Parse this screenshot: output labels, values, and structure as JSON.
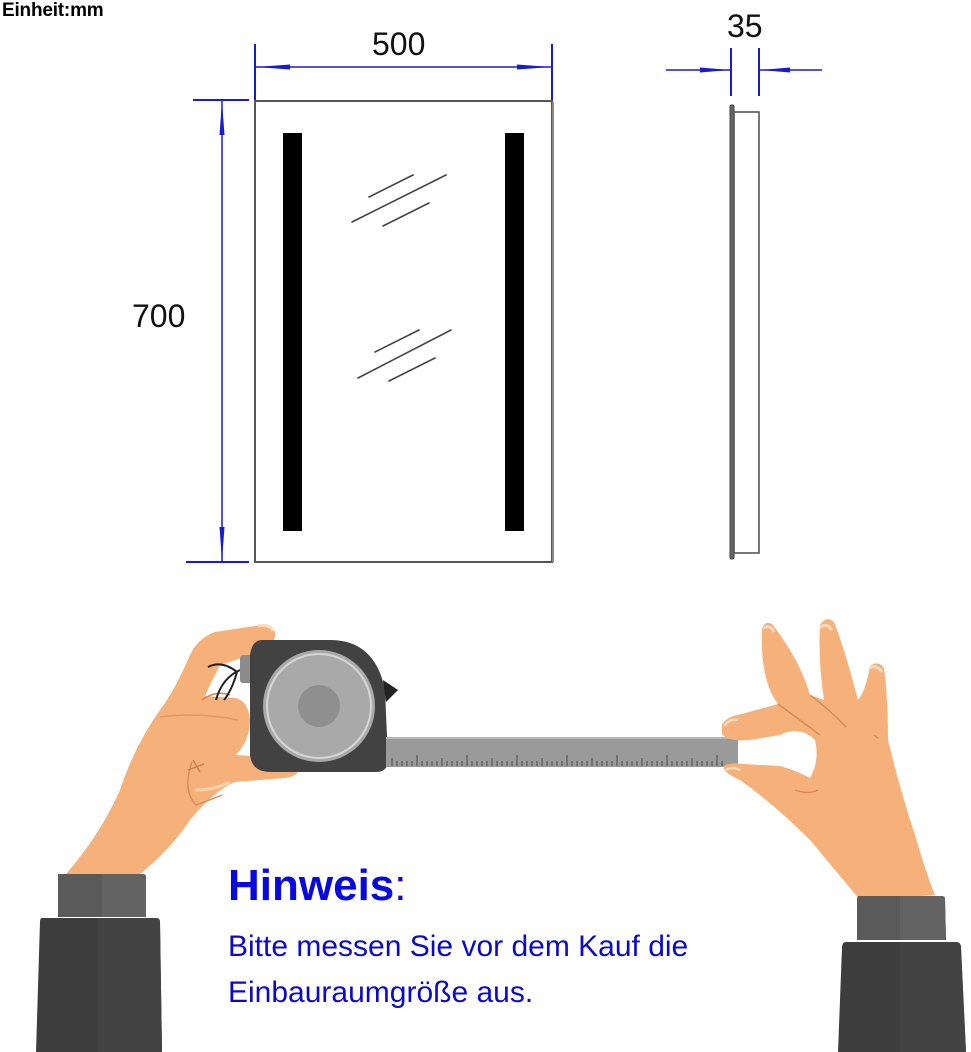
{
  "header": {
    "unit_label": "Einheit:mm"
  },
  "dimensions": {
    "width": "500",
    "height": "700",
    "depth": "35",
    "unit": "mm"
  },
  "drawing": {
    "front_view": "mirror-front-view",
    "side_view": "mirror-side-view",
    "features": [
      "led-strip-left",
      "led-strip-right",
      "glass-reflection-marks"
    ]
  },
  "illustration": {
    "subject": "hands-measuring-with-tape-measure",
    "icons": [
      "left-hand-icon",
      "tape-measure-icon",
      "right-hand-icon",
      "left-sleeve-icon",
      "right-sleeve-icon"
    ]
  },
  "notice": {
    "title": "Hinweis",
    "colon": ":",
    "line1": "Bitte messen Sie vor dem Kauf die",
    "line2": "Einbauraumgröße aus."
  },
  "colors": {
    "dimension_lines": "#1a1ad0",
    "notice_text": "#0a0ad8",
    "skin": "#f6b07a",
    "sleeve": "#3f3f3f",
    "tape_body": "#424242",
    "tape_blade": "#9a9a9a"
  }
}
